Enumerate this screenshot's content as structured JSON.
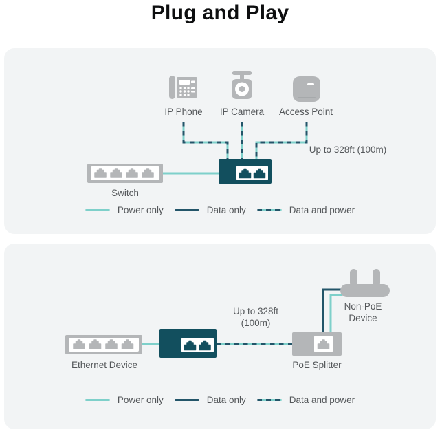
{
  "title": "Plug and Play",
  "colors": {
    "panel_background": "#f2f4f5",
    "device_gray": "#b4b6b8",
    "poe_device_teal": "#124f5e",
    "power_only_teal": "#7ed0ca",
    "data_only_navy": "#235569",
    "label_gray": "#54575a"
  },
  "legend": {
    "power_only": "Power only",
    "data_only": "Data only",
    "data_and_power": "Data and power"
  },
  "top_panel": {
    "ip_phone_label": "IP Phone",
    "ip_camera_label": "IP Camera",
    "access_point_label": "Access Point",
    "switch_label": "Switch",
    "distance_label": "Up to 328ft (100m)"
  },
  "bottom_panel": {
    "ethernet_device_label": "Ethernet Device",
    "poe_splitter_label": "PoE Splitter",
    "non_poe_device_line1": "Non-PoE",
    "non_poe_device_line2": "Device",
    "distance_line1": "Up to 328ft",
    "distance_line2": "(100m)"
  }
}
